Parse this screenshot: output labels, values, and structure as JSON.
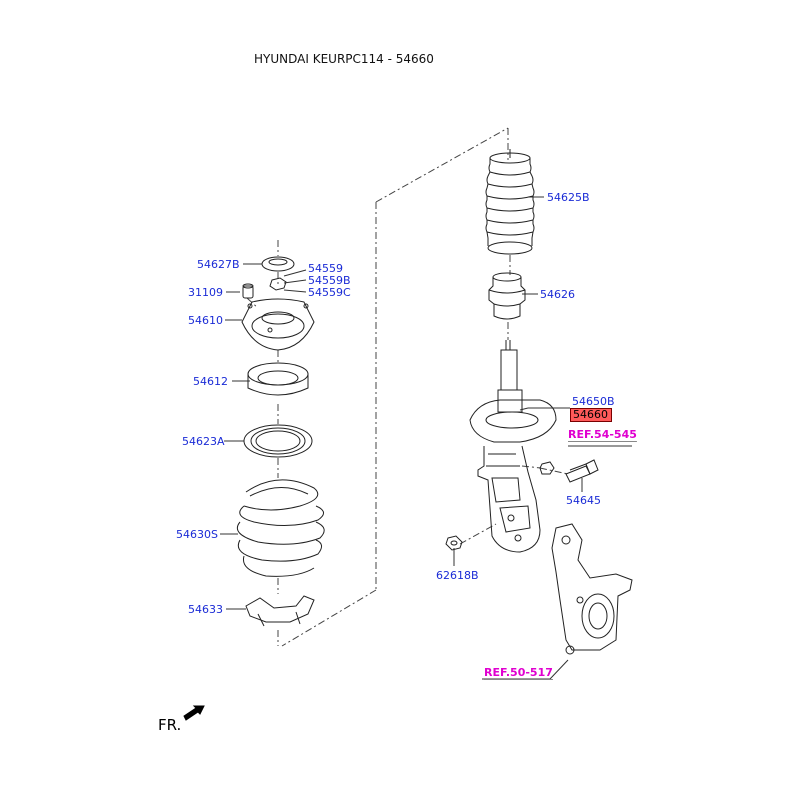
{
  "title": "HYUNDAI KEURPC114 - 54660",
  "labels": {
    "p54627B": "54627B",
    "p54559": "54559",
    "p54559B": "54559B",
    "p54559C": "54559C",
    "p31109": "31109",
    "p54610": "54610",
    "p54612": "54612",
    "p54623A": "54623A",
    "p54630S": "54630S",
    "p54633": "54633",
    "p54625B": "54625B",
    "p54626": "54626",
    "p54650B": "54650B",
    "p54660": "54660",
    "p54645": "54645",
    "p62618B": "62618B"
  },
  "refs": {
    "ref54": "REF.54-545",
    "ref50": "REF.50-517"
  },
  "direction_label": "FR.",
  "colors": {
    "part_label": "#1a2bd6",
    "ref_label": "#e000d0",
    "highlight": "#ff5a5a"
  }
}
